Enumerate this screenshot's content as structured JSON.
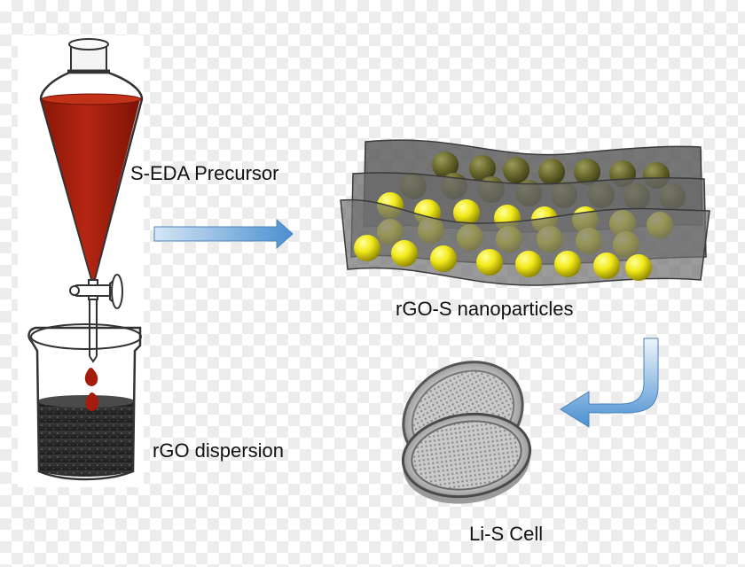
{
  "labels": {
    "precursor": "S-EDA Precursor",
    "nanoparticles": "rGO-S nanoparticles",
    "dispersion": "rGO dispersion",
    "cell": "Li-S Cell"
  },
  "colors": {
    "precursor_liquid": "#a61c0c",
    "dispersion_liquid": "#2a2a2a",
    "sulfur_sphere": "#f2ea1a",
    "graphene_sheet": "#666666",
    "arrow": "#5b9bd5"
  },
  "icons": [
    "separatory-funnel-icon",
    "beaker-icon",
    "coin-cell-icon",
    "arrow-icon"
  ]
}
